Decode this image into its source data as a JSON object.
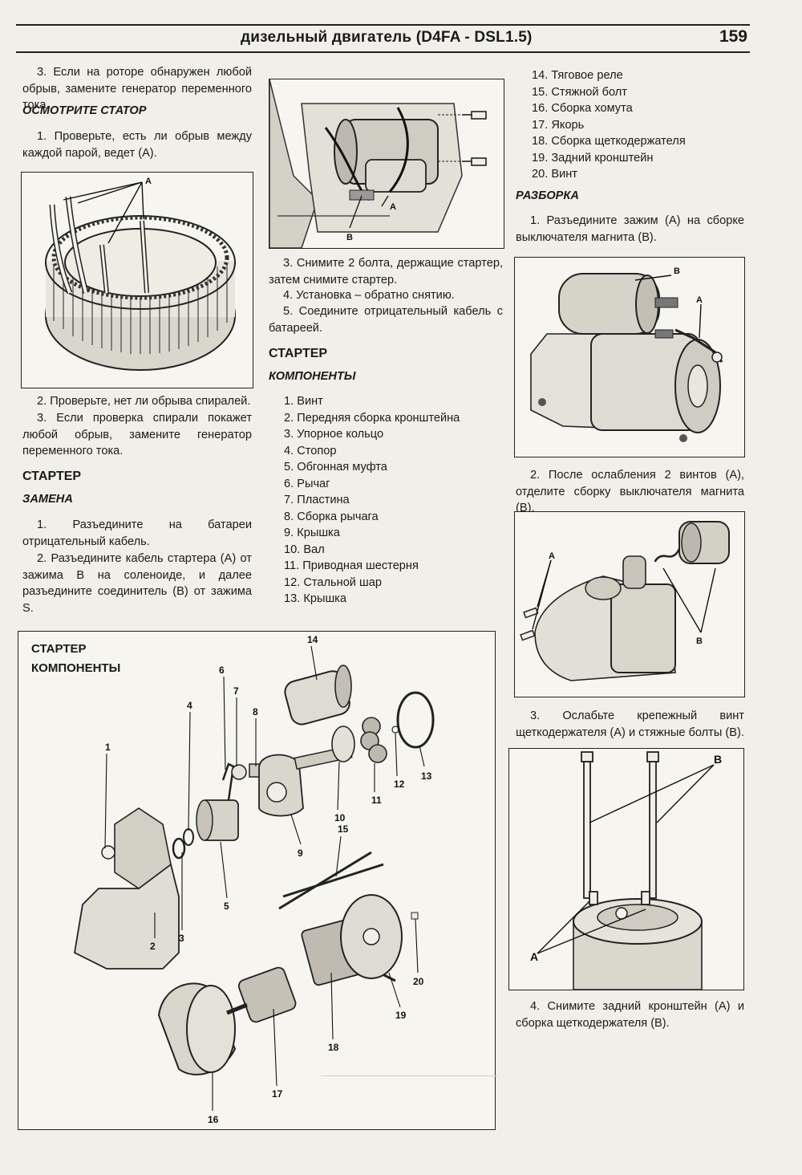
{
  "header": {
    "title": "дизельный двигатель (D4FA - DSL1.5)",
    "page_number": "159"
  },
  "col1": {
    "p1": "3. Если на роторе обнаружен любой обрыв, замените генератор переменного тока.",
    "h_stator": "ОСМОТРИТЕ СТАТОР",
    "p2": "1. Проверьте, есть ли обрыв между каждой парой, ведет (А).",
    "fig_stator_label": "A",
    "p3": "2. Проверьте, нет ли обрыва спиралей.",
    "p4": "3. Если проверка спирали покажет любой обрыв, замените генератор переменного тока.",
    "h_starter": "СТАРТЕР",
    "h_replace": "ЗАМЕНА",
    "p5": "1. Разъедините на батареи отрицательный кабель.",
    "p6": "2. Разъедините кабель стартера (А) от зажима В на соленоиде, и далее разъедините соединитель (В) от зажима S."
  },
  "col2": {
    "fig_labels": {
      "a": "A",
      "b": "B"
    },
    "p1": "3. Снимите 2 болта, держащие стартер, затем снимите стартер.",
    "p2": "4. Установка – обратно снятию.",
    "p3": "5. Соедините отрицательный кабель с батареей.",
    "h_starter": "СТАРТЕР",
    "h_components": "КОМПОНЕНТЫ",
    "items": [
      "1. Винт",
      "2. Передняя сборка кронштейна",
      "3. Упорное кольцо",
      "4. Стопор",
      "5. Обгонная муфта",
      "6. Рычаг",
      "7. Пластина",
      "8. Сборка рычага",
      "9. Крышка",
      "10. Вал",
      "11. Приводная шестерня",
      "12. Стальной шар",
      "13. Крышка"
    ]
  },
  "col3": {
    "items": [
      "14. Тяговое реле",
      "15. Стяжной болт",
      "16. Сборка хомута",
      "17. Якорь",
      "18. Сборка щеткодержателя",
      "19. Задний кронштейн",
      "20. Винт"
    ],
    "h_disassembly": "РАЗБОРКА",
    "p1": "1. Разъедините зажим (А) на сборке выключателя магнита (В).",
    "fig1_labels": {
      "a": "A",
      "b": "B"
    },
    "p2": "2. После ослабления 2 винтов (А), отделите сборку выключателя магнита (В).",
    "fig2_labels": {
      "a": "A",
      "b": "B"
    },
    "p3": "3. Ослабьте крепежный винт щеткодержателя (А) и стяжные болты (В).",
    "fig3_labels": {
      "a": "A",
      "b": "B"
    },
    "p4": "4. Снимите задний кронштейн (А) и сборка щеткодержателя (В)."
  },
  "diagram": {
    "title_line1": "СТАРТЕР",
    "title_line2": "КОМПОНЕНТЫ",
    "callouts": [
      "1",
      "2",
      "3",
      "4",
      "5",
      "6",
      "7",
      "8",
      "9",
      "10",
      "11",
      "12",
      "13",
      "14",
      "15",
      "16",
      "17",
      "18",
      "19",
      "20"
    ]
  }
}
